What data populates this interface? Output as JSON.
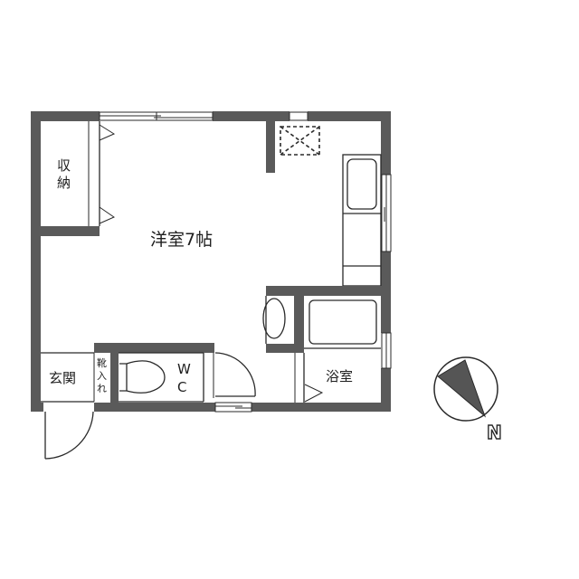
{
  "floor_plan": {
    "rooms": {
      "main_room": "洋室7帖",
      "storage_line1": "収",
      "storage_line2": "納",
      "entrance": "玄関",
      "shoe_closet_line1": "靴",
      "shoe_closet_line2": "入",
      "shoe_closet_line3": "れ",
      "toilet_line1": "W",
      "toilet_line2": "C",
      "bathroom": "浴室"
    },
    "compass": {
      "label": "N"
    },
    "colors": {
      "wall": "#5a5a5a",
      "line": "#2a2a2a",
      "background": "#ffffff"
    }
  }
}
